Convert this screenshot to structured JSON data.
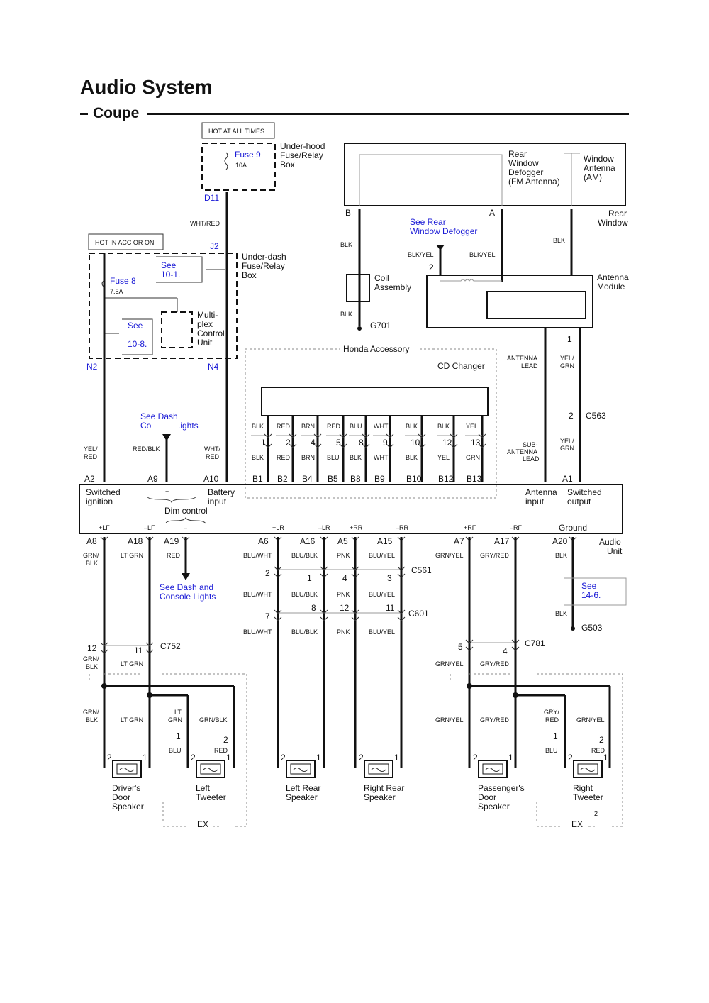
{
  "title": "Audio System",
  "subtitle": "Coupe",
  "fuses": {
    "hot_all": "HOT AT ALL TIMES",
    "fuse9": "Fuse 9",
    "fuse9_amp": "10A",
    "underhood": [
      "Under-hood",
      "Fuse/Relay",
      "Box"
    ],
    "d11": "D11",
    "hot_acc": "HOT IN ACC OR ON",
    "j2": "J2",
    "underdash": [
      "Under-dash",
      "Fuse/Relay",
      "Box"
    ],
    "fuse8": "Fuse 8",
    "fuse8_amp": "7.5A",
    "see_101": [
      "See",
      "10-1."
    ],
    "see_108": [
      "See",
      "10-8."
    ],
    "multiplex": [
      "Multi-",
      "plex",
      "Control",
      "Unit"
    ],
    "n2": "N2",
    "n4": "N4"
  },
  "antenna": {
    "rear_window_defogger": [
      "Rear",
      "Window",
      "Defogger",
      "(FM Antenna)"
    ],
    "window_antenna": [
      "Window",
      "Antenna",
      "(AM)"
    ],
    "rear_window": [
      "Rear",
      "Window"
    ],
    "b": "B",
    "a": "A",
    "see_rear": [
      "See Rear",
      "Window Defogger"
    ],
    "blk": "BLK",
    "blkyel": "BLK/YEL",
    "pin2": "2",
    "coil": [
      "Coil",
      "Assembly"
    ],
    "g701": "G701",
    "module": [
      "Antenna",
      "Module"
    ],
    "antenna_lead": [
      "ANTENNA",
      "LEAD"
    ],
    "yelgrn": [
      "YEL/",
      "GRN"
    ],
    "pin1": "1",
    "c563": "C563",
    "sub_lead": [
      "SUB-",
      "ANTENNA",
      "LEAD"
    ]
  },
  "cd": {
    "honda_accessory": "Honda Accessory",
    "cd_changer": "CD Changer",
    "top_colors": [
      "BLK",
      "RED",
      "BRN",
      "RED",
      "BLU",
      "WHT",
      "BLK",
      "BLK",
      "YEL"
    ],
    "pins": [
      "1",
      "2",
      "4",
      "5",
      "8",
      "9",
      "10",
      "12",
      "13"
    ],
    "bottom_colors": [
      "BLK",
      "RED",
      "BRN",
      "BLU",
      "BLK",
      "WHT",
      "BLK",
      "YEL",
      "GRN"
    ],
    "bpins": [
      "B1",
      "B2",
      "B4",
      "B5",
      "B8",
      "B9",
      "B10",
      "B12",
      "B13"
    ]
  },
  "left_feeds": {
    "see_dash": [
      "See Dash",
      "Co",
      ".ights"
    ],
    "yelred": [
      "YEL/",
      "RED"
    ],
    "redblk": "RED/BLK",
    "whtred": [
      "WHT/",
      "RED"
    ],
    "a2": "A2",
    "a9": "A9",
    "a10": "A10"
  },
  "unit": {
    "switched_ignition": [
      "Switched",
      "ignition"
    ],
    "battery_input": [
      "Battery",
      "input"
    ],
    "dim_control": "Dim control",
    "plus": "+",
    "minus": "–",
    "antenna_input": [
      "Antenna",
      "input"
    ],
    "switched_output": [
      "Switched",
      "output"
    ],
    "a1": "A1",
    "ground": "Ground",
    "audio_unit": [
      "Audio",
      "Unit"
    ],
    "terms": [
      "+LF",
      "–LF",
      "+LR",
      "–LR",
      "+RR",
      "–RR",
      "+RF",
      "–RF"
    ]
  },
  "outputs": {
    "pins": [
      "A8",
      "A18",
      "A19",
      "A6",
      "A16",
      "A5",
      "A15",
      "A7",
      "A17",
      "A20"
    ],
    "grnblk": [
      "GRN/",
      "BLK"
    ],
    "ltgrn": "LT GRN",
    "red": "RED",
    "see_dash_console": [
      "See Dash and",
      "Console Lights"
    ],
    "bluwht": "BLU/WHT",
    "blublk": "BLU/BLK",
    "pnk": "PNK",
    "bluyel": "BLU/YEL",
    "grnyel": "GRN/YEL",
    "gryred": "GRY/RED",
    "blk": "BLK",
    "see_146": [
      "See",
      "14-6."
    ],
    "g503": "G503",
    "c561": "C561",
    "c601": "C601",
    "c752": "C752",
    "c781": "C781",
    "c561_pins": [
      "2",
      "1",
      "4",
      "3"
    ],
    "c601_pins": [
      "7",
      "8",
      "12",
      "11"
    ],
    "c752_pins": [
      "12",
      "11"
    ],
    "c781_pins": [
      "5",
      "4"
    ]
  },
  "speakers": {
    "drivers": [
      "Driver's",
      "Door",
      "Speaker"
    ],
    "left_tweeter": [
      "Left",
      "Tweeter"
    ],
    "left_rear": [
      "Left Rear",
      "Speaker"
    ],
    "right_rear": [
      "Right Rear",
      "Speaker"
    ],
    "passenger": [
      "Passenger's",
      "Door",
      "Speaker"
    ],
    "right_tweeter": [
      "Right",
      "Tweeter"
    ],
    "ex": "EX",
    "ltgrn_split": [
      "LT",
      "GRN"
    ],
    "grnblk_split": "GRN/BLK",
    "gryred_split": [
      "GRY/",
      "RED"
    ],
    "grnyel_split": "GRN/YEL",
    "blu": "BLU",
    "red": "RED",
    "p1": "1",
    "p2": "2",
    "small2": "2"
  }
}
